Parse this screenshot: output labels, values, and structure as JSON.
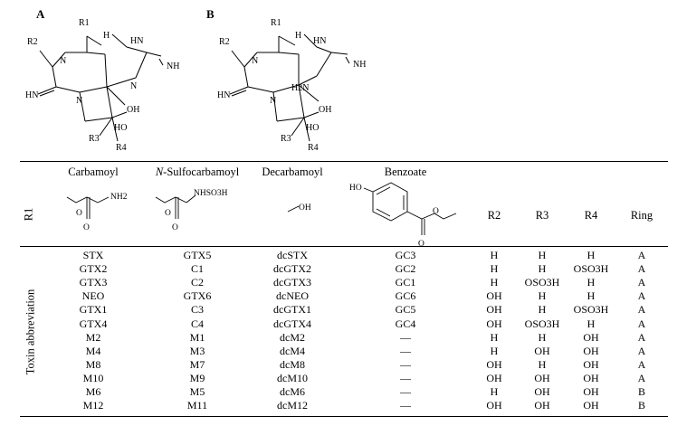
{
  "structures": {
    "panel_a_label": "A",
    "panel_b_label": "B",
    "substituents": {
      "r1": "R1",
      "r2": "R2",
      "r3": "R3",
      "r4": "R4"
    },
    "atoms": {
      "h": "H",
      "n": "N",
      "nh": "NH",
      "hn": "HN",
      "oh": "OH",
      "ho": "HO",
      "h2n": "H2N"
    }
  },
  "table": {
    "headers": [
      "Carbamoyl",
      "N-Sulfocarbamoyl",
      "Decarbamoyl",
      "Benzoate",
      "R2",
      "R3",
      "R4",
      "Ring"
    ],
    "headers_italic_prefix": "N",
    "r1_label": "R1",
    "row_group_label": "Toxin abbreviation",
    "group_labels": {
      "carbamoyl": "NH2",
      "sulfocarbamoyl": "NHSO3H",
      "decarbamoyl": "OH",
      "benzoate": "HO"
    },
    "rows": [
      [
        "STX",
        "GTX5",
        "dcSTX",
        "GC3",
        "H",
        "H",
        "H",
        "A"
      ],
      [
        "GTX2",
        "C1",
        "dcGTX2",
        "GC2",
        "H",
        "H",
        "OSO3H",
        "A"
      ],
      [
        "GTX3",
        "C2",
        "dcGTX3",
        "GC1",
        "H",
        "OSO3H",
        "H",
        "A"
      ],
      [
        "NEO",
        "GTX6",
        "dcNEO",
        "GC6",
        "OH",
        "H",
        "H",
        "A"
      ],
      [
        "GTX1",
        "C3",
        "dcGTX1",
        "GC5",
        "OH",
        "H",
        "OSO3H",
        "A"
      ],
      [
        "GTX4",
        "C4",
        "dcGTX4",
        "GC4",
        "OH",
        "OSO3H",
        "H",
        "A"
      ],
      [
        "M2",
        "M1",
        "dcM2",
        "—",
        "H",
        "H",
        "OH",
        "A"
      ],
      [
        "M4",
        "M3",
        "dcM4",
        "—",
        "H",
        "OH",
        "OH",
        "A"
      ],
      [
        "M8",
        "M7",
        "dcM8",
        "—",
        "OH",
        "H",
        "OH",
        "A"
      ],
      [
        "M10",
        "M9",
        "dcM10",
        "—",
        "OH",
        "OH",
        "OH",
        "A"
      ],
      [
        "M6",
        "M5",
        "dcM6",
        "—",
        "H",
        "OH",
        "OH",
        "B"
      ],
      [
        "M12",
        "M11",
        "dcM12",
        "—",
        "OH",
        "OH",
        "OH",
        "B"
      ]
    ]
  }
}
